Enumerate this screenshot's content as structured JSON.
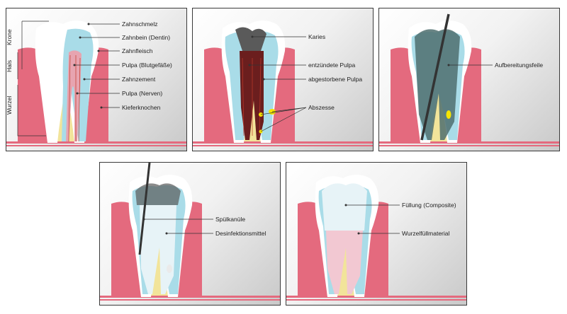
{
  "colors": {
    "enamel": "#ffffff",
    "dentin": "#a9dce8",
    "gum": "#e46a7e",
    "bone": "#f2e49a",
    "pulp": "#d45b6a",
    "decay": "#5a5a5a",
    "inflamed": "#6b1e1e",
    "abscess": "#f6e400",
    "filling": "#e7f3f7",
    "root_fill": "#f2c8d2",
    "instrument": "#333333"
  },
  "panel1": {
    "zones": {
      "crown": "Krone",
      "neck": "Hals",
      "root": "Wurzel"
    },
    "labels": {
      "enamel": "Zahnschmelz",
      "dentin": "Zahnbein (Dentin)",
      "gum": "Zahnfleisch",
      "pulp_vessels": "Pulpa (Blutgefäße)",
      "cementum": "Zahnzement",
      "pulp_nerves": "Pulpa (Nerven)",
      "jawbone": "Kieferknochen"
    }
  },
  "panel2": {
    "labels": {
      "caries": "Karies",
      "inflamed_pulp": "entzündete Pulpa",
      "dead_pulp": "abgestorbene Pulpa",
      "abscesses": "Abszesse"
    }
  },
  "panel3": {
    "labels": {
      "file": "Aufbereitungsfeile"
    }
  },
  "panel4": {
    "labels": {
      "cannula": "Spülkanüle",
      "disinfectant": "Desinfektionsmittel"
    }
  },
  "panel5": {
    "labels": {
      "filling": "Füllung (Composite)",
      "root_filling": "Wurzelfüllmaterial"
    }
  }
}
